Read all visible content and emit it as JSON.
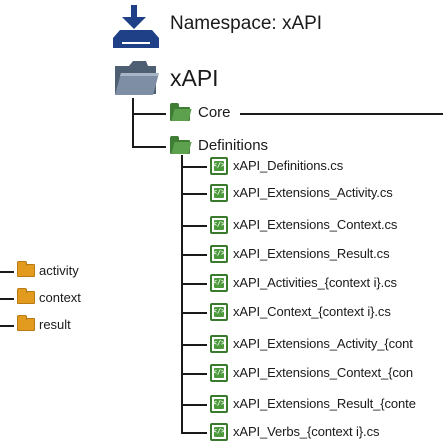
{
  "namespace": {
    "title": "Namespace: xAPI",
    "icon": "download-tray-icon"
  },
  "root": {
    "label": "xAPI",
    "icon": "folder-icon"
  },
  "folders": [
    {
      "label": "Core",
      "icon": "folder-icon"
    },
    {
      "label": "Definitions",
      "icon": "folder-icon"
    }
  ],
  "files": [
    "xAPI_Definitions.cs",
    "xAPI_Extensions_Activity.cs",
    "xAPI_Extensions_Context.cs",
    "xAPI_Extensions_Result.cs",
    "xAPI_Activities_{context i}.cs",
    "xAPI_Context_{context i}.cs",
    "xAPI_Extensions_Activity_{cont",
    "xAPI_Extensions_Context_{con",
    "xAPI_Extensions_Result_{conte",
    "xAPI_Verbs_{context i}.cs"
  ],
  "left_folders": [
    "activity",
    "context",
    "result"
  ],
  "colors": {
    "namespace_icon": "#1f3f86",
    "root_folder": "#6e7f95",
    "green_folder": "#3f7d34",
    "code_file": "#4c9a3c",
    "orange_folder": "#e39b1f"
  }
}
